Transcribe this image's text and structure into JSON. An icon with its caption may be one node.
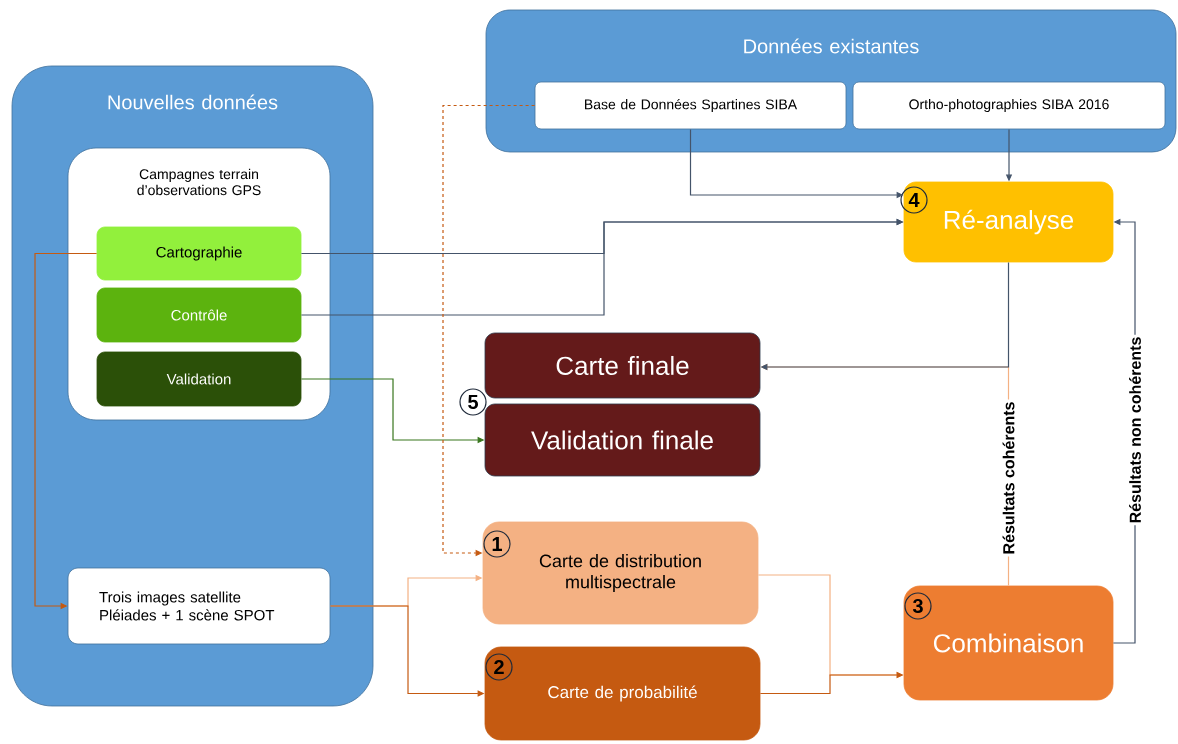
{
  "diagram": {
    "nodes": [
      {
        "text": [
          "Nouvelles données"
        ]
      },
      {
        "text": [
          "Campagnes terrain d’observations GPS"
        ],
        "in": 0
      },
      {
        "text": [
          "Cartographie"
        ],
        "in": 1
      },
      {
        "text": [
          "Contrôle"
        ],
        "in": 1
      },
      {
        "text": [
          "Validation"
        ],
        "in": 1
      },
      {
        "text": [
          "Trois images satellite Pléiades + 1 scène SPOT"
        ],
        "in": 0
      },
      {
        "text": [
          "Données existantes"
        ]
      },
      {
        "text": [
          "Base de Données Spartines SIBA"
        ],
        "in": 6
      },
      {
        "text": [
          "Ortho-photographies SIBA 2016"
        ],
        "in": 6
      },
      {
        "text": [
          "4",
          "Ré-analyse"
        ]
      },
      {
        "text": [
          "Carte finale"
        ]
      },
      {
        "text": [
          "Validation finale"
        ]
      },
      {
        "text": [
          "1",
          "Carte de distribution multispectrale"
        ]
      },
      {
        "text": [
          "2",
          "Carte de probabilité"
        ]
      },
      {
        "text": [
          "3",
          "Combinaison"
        ]
      }
    ],
    "edges": [
      {
        "from": 7,
        "to": 9,
        "arrow": "to"
      },
      {
        "from": 8,
        "to": 9,
        "arrow": "to"
      },
      {
        "from": 2,
        "to": 9,
        "arrow": "to"
      },
      {
        "from": 3,
        "to": 9,
        "arrow": "to"
      },
      {
        "from": 4,
        "to": 11,
        "arrow": "to",
        "color": "#38761d"
      },
      {
        "from": 2,
        "to": 5,
        "arrow": "to",
        "color": "#c55a11"
      },
      {
        "from": 7,
        "to": 12,
        "arrow": "to",
        "style": "dashed",
        "color": "#c55a11"
      },
      {
        "from": 5,
        "to": 12,
        "arrow": "to",
        "color": "#f4b183"
      },
      {
        "from": 5,
        "to": 13,
        "arrow": "to",
        "color": "#c55a11"
      },
      {
        "from": 12,
        "to": 14,
        "arrow": "to",
        "color": "#f4b183"
      },
      {
        "from": 13,
        "to": 14,
        "arrow": "to",
        "color": "#c55a11"
      },
      {
        "from": 14,
        "to": 10,
        "arrow": "to",
        "label": "Résultats cohérents",
        "color": "#f4b183"
      },
      {
        "from": 9,
        "to": 10,
        "arrow": "to"
      },
      {
        "from": 14,
        "to": 9,
        "arrow": "to",
        "label": "Résultats non cohérents"
      }
    ],
    "labels": [
      "5"
    ]
  }
}
